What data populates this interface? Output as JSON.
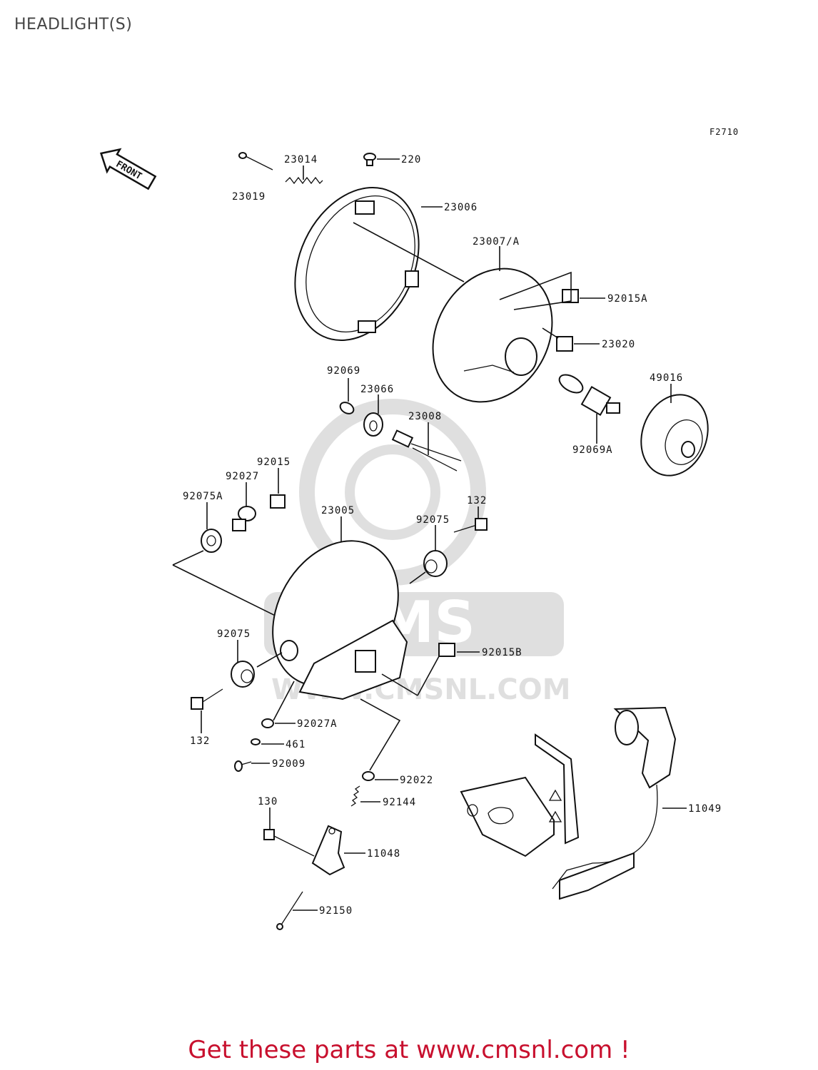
{
  "page": {
    "title": "HEADLIGHT(S)",
    "figure_code": "F2710"
  },
  "front_marker": "FRONT",
  "parts": {
    "p23019": "23019",
    "p23014": "23014",
    "p220": "220",
    "p23006": "23006",
    "p23007A": "23007/A",
    "p92015A": "92015A",
    "p23020": "23020",
    "p49016": "49016",
    "p92069A": "92069A",
    "p92069": "92069",
    "p23066": "23066",
    "p23008": "23008",
    "p92015": "92015",
    "p92027": "92027",
    "p92075A": "92075A",
    "p23005": "23005",
    "p132a": "132",
    "p92075a": "92075",
    "p92075b": "92075",
    "p92015B": "92015B",
    "p132b": "132",
    "p92027A": "92027A",
    "p461": "461",
    "p92009": "92009",
    "p92022": "92022",
    "p130": "130",
    "p92144": "92144",
    "p11048": "11048",
    "p92150": "92150",
    "p11049": "11049"
  },
  "watermark": {
    "brand": "CMS",
    "url": "WWW.CMSNL.COM"
  },
  "footer": {
    "text": "Get these parts at www.cmsnl.com !"
  },
  "colors": {
    "footer": "#c8102e",
    "line": "#111111"
  }
}
